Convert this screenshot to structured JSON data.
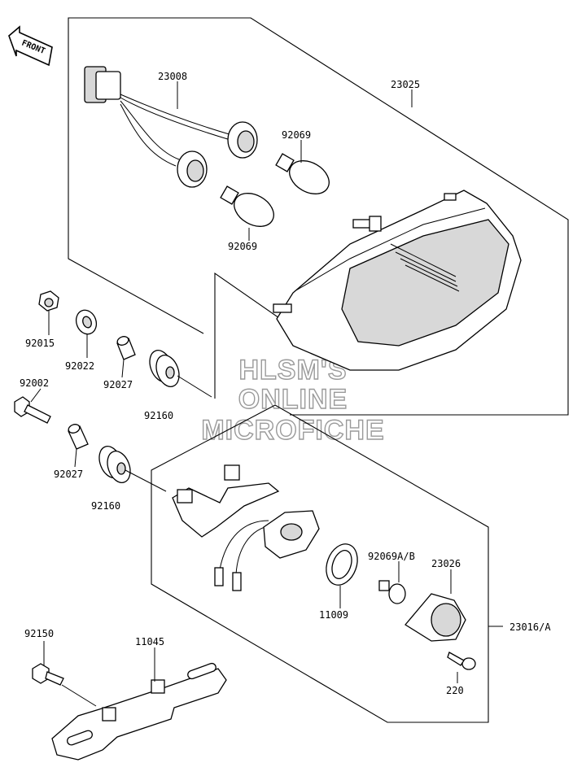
{
  "direction_marker": {
    "text": "FRONT"
  },
  "watermark": {
    "lines": [
      "HLSM'S",
      "ONLINE",
      "MICROFICHE"
    ]
  },
  "part_labels": {
    "p23008": "23008",
    "p23025": "23025",
    "p92069_a": "92069",
    "p92069_b": "92069",
    "p92015": "92015",
    "p92022": "92022",
    "p92027_a": "92027",
    "p92160_a": "92160",
    "p92002": "92002",
    "p92027_b": "92027",
    "p92160_b": "92160",
    "p92069AB": "92069A/B",
    "p23026": "23026",
    "p11009": "11009",
    "p23016A": "23016/A",
    "p220": "220",
    "p92150": "92150",
    "p11045": "11045"
  }
}
